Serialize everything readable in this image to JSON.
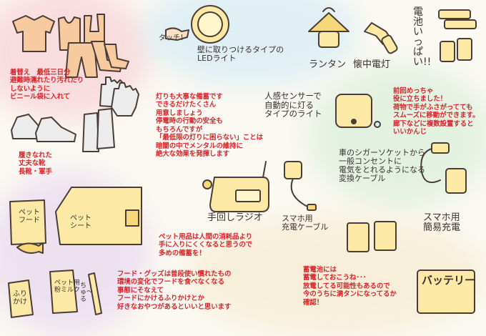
{
  "labels": {
    "clothes_title": "サカマン",
    "touch": "タッチ！",
    "wall_led": "壁に取りつけるタイプの\nLEDライト",
    "lantern": "ランタン",
    "flashlight": "懐中電灯",
    "batteries": "電池いっぱい!!",
    "sensor_light": "人感センサーで\n自動的に灯る\nタイプのライト",
    "hand_radio": "手回しラジオ",
    "phone_cable": "スマホ用\n充電ケーブル",
    "converter_cable": "車のシガーソケットから\n一般コンセントに\n電気をとれるようになる\n変換ケーブル",
    "smartphone_charger": "スマホ用\n簡易充電",
    "pet_food": "ペット\nフード",
    "pet_sheet": "ペット\nシート",
    "furikake": "ふり\nかけ",
    "pet_milk": "ペット用\n粉ミルク",
    "churu": "ちゅ〜る",
    "mobile_battery": "バッテリー"
  },
  "notes": {
    "clothes": "着替え　最低三日分\n避難時濡れたり汚れたり\nしないように\nビニール袋に入れて",
    "shoes": "履きなれた\n丈夫な靴\n長靴・軍手",
    "lights": "灯りも大事な備蓄です\nできるだけたくさん\n用意しましょう\n停電時の行動の安全も\nもちろんですが\n「最低限の灯りに困らない」ことは\n暗闇の中でメンタルの維持に\n絶大な効果を発揮します",
    "sensor": "前回めっちゃ\n役に立ちました！\n荷物で手がふさがってても\nスムーズに移動ができます。\n廊下などに複数設置すると\nいいかんじ",
    "pets": "ペット用品は人間の消耗品より\n手に入りにくくなると思うので\n多めの備蓄を！",
    "food": "フード・グッズは普段使い慣れたもの\n環境の変化でフードを食べなくなる\n事態にそなえて\nフードにかけるふりかけとか\n好きなおやつがあるといいと思います",
    "battery": "蓄電池には\n蓄電しておこうね･･･\n放電してる可能性もあるので\n今のうちに満タンになってるか\n確認！"
  },
  "colors": {
    "ink": "#3b2f2f",
    "note_red": "#d8242a",
    "item_fill": "#fde9a6",
    "item_shade": "#f6d77a",
    "clothes_fill": "#f7caa0"
  }
}
